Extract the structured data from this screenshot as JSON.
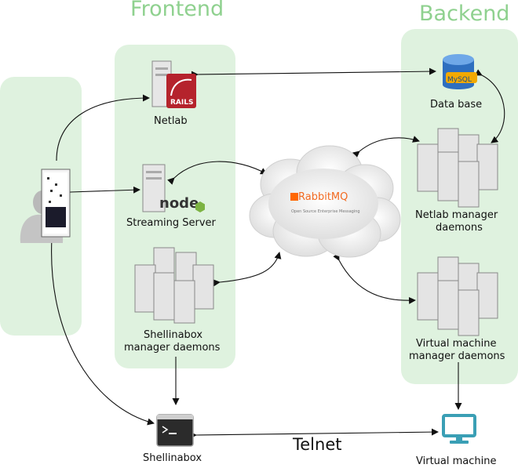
{
  "headings": {
    "frontend": "Frontend",
    "backend": "Backend"
  },
  "nodes": {
    "netlab": "Netlab",
    "rails_logo": "RAILS",
    "streaming": "Streaming Server",
    "node_logo": "node",
    "shellinabox_daemons_line1": "Shellinabox",
    "shellinabox_daemons_line2": "manager daemons",
    "shellinabox": "Shellinabox",
    "database": "Data base",
    "mysql_logo": "MySQL",
    "netlab_daemons_line1": "Netlab manager",
    "netlab_daemons_line2": "daemons",
    "vm_daemons_line1": "Virtual machine",
    "vm_daemons_line2": "manager daemons",
    "vm": "Virtual machine",
    "rabbitmq_logo": "RabbitMQ",
    "rabbitmq_tagline": "Open Source Enterprise Messaging"
  },
  "edge_labels": {
    "telnet": "Telnet"
  },
  "colors": {
    "panel": "#dff2df",
    "heading": "#8fd18f",
    "arrow": "#111111"
  }
}
